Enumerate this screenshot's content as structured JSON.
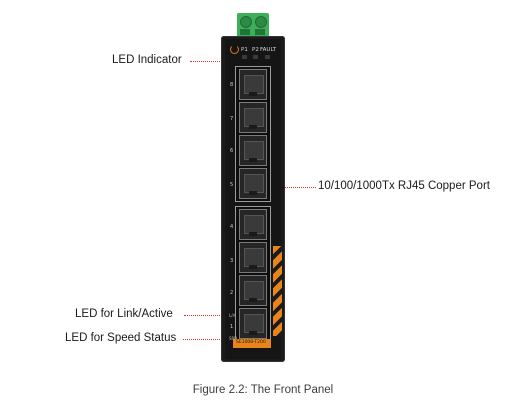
{
  "callouts": {
    "led_indicator": "LED Indicator",
    "copper_port": "10/100/1000Tx RJ45 Copper Port",
    "link_active": "LED for Link/Active",
    "speed_status": "LED for Speed Status"
  },
  "device": {
    "led_labels": [
      "P1",
      "P2",
      "FAULT"
    ],
    "port_numbers": [
      "8",
      "7",
      "6",
      "5",
      "4",
      "3",
      "2",
      "1"
    ],
    "link_led_label": "L/A",
    "speed_led_label": "SPD",
    "model": "SE1008-T200",
    "colors": {
      "body": "#1b1b1b",
      "accent": "#e8841a",
      "terminal": "#3fae5a",
      "leader": "#d6342b"
    }
  },
  "caption": "Figure 2.2: The Front Panel"
}
